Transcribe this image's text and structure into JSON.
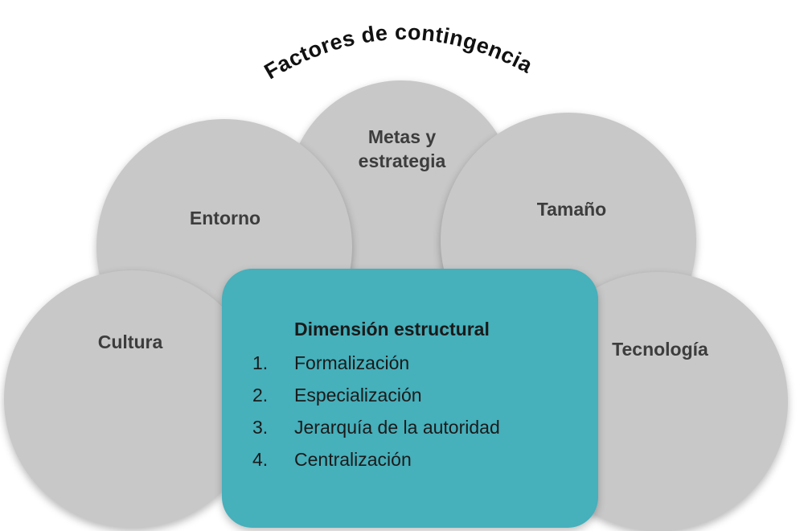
{
  "title": "Factores de contingencia",
  "factors": {
    "metas_line1": "Metas y",
    "metas_line2": "estrategia",
    "entorno": "Entorno",
    "tamano": "Tamaño",
    "cultura": "Cultura",
    "tecnologia": "Tecnología"
  },
  "dimension": {
    "title": "Dimensión estructural",
    "items": [
      {
        "num": "1.",
        "label": "Formalización"
      },
      {
        "num": "2.",
        "label": "Especialización"
      },
      {
        "num": "3.",
        "label": "Jerarquía de la autoridad"
      },
      {
        "num": "4.",
        "label": "Centralización"
      }
    ]
  },
  "colors": {
    "circle": "#c8c8c8",
    "box": "#46b0bb",
    "text_dark": "#3d3d3d"
  }
}
